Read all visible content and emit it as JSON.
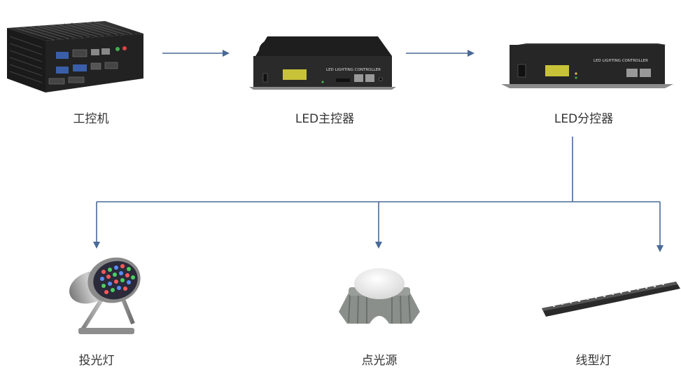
{
  "nodes": {
    "ipc": {
      "label": "工控机"
    },
    "main_controller": {
      "label": "LED主控器",
      "panel_text": "LED LIGHTING CONTROLLER"
    },
    "sub_controller": {
      "label": "LED分控器",
      "panel_text": "LED LIGHTING CONTROLLER"
    },
    "flood_light": {
      "label": "投光灯"
    },
    "point_light": {
      "label": "点光源"
    },
    "linear_light": {
      "label": "线型灯"
    }
  },
  "colors": {
    "arrow": "#4a6a97",
    "device_dark": "#2b2b2b",
    "lcd": "#c8c238",
    "metal": "#9a9a9a"
  }
}
